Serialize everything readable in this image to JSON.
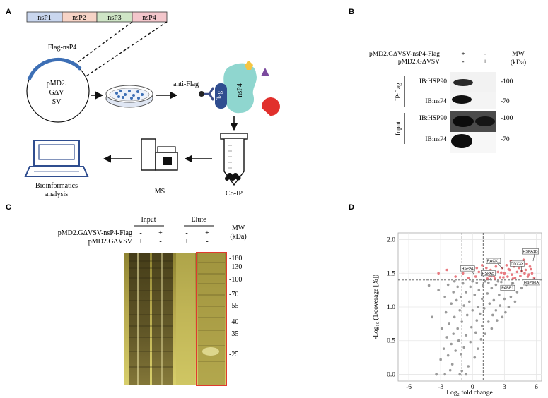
{
  "panels": {
    "a": "A",
    "b": "B",
    "c": "C",
    "d": "D"
  },
  "panel_a": {
    "segments": [
      {
        "label": "nsP1",
        "color": "#c9d6ee"
      },
      {
        "label": "nsP2",
        "color": "#f6d3c6"
      },
      {
        "label": "nsP3",
        "color": "#cfe5c6"
      },
      {
        "label": "nsP4",
        "color": "#f3c6cb"
      }
    ],
    "insert_label": "Flag-nsP4",
    "plasmid_lines": [
      "pMD2.",
      "GΔV",
      "SV"
    ],
    "antibody_label": "anti-Flag",
    "flag_label": "flag",
    "nsp4_label": "nsP4",
    "coip_label": "Co-IP",
    "ms_label": "MS",
    "bioinfo_lines": [
      "Bioinformatics",
      "analysis"
    ]
  },
  "panel_b": {
    "cond1": "pMD2.GΔVSV-nsP4-Flag",
    "cond2": "pMD2.GΔVSV",
    "cond1_signs": [
      "+",
      "-"
    ],
    "cond2_signs": [
      "-",
      "+"
    ],
    "mw_lines": [
      "MW",
      "(kDa)"
    ],
    "group_ip": "IP:flag",
    "group_input": "Input",
    "rows": [
      {
        "label": "IB:HSP90",
        "mw": "-100"
      },
      {
        "label": "IB:nsP4",
        "mw": "-70"
      },
      {
        "label": "IB:HSP90",
        "mw": "-100"
      },
      {
        "label": "IB:nsP4",
        "mw": "-70"
      }
    ]
  },
  "panel_c": {
    "group_input": "Input",
    "group_elute": "Elute",
    "cond1": "pMD2.GΔVSV-nsP4-Flag",
    "cond2": "pMD2.GΔVSV",
    "cond1_signs": [
      "-",
      "+",
      "-",
      "+"
    ],
    "cond2_signs": [
      "+",
      "-",
      "+",
      "-"
    ],
    "mw_lines": [
      "MW",
      "(kDa)"
    ],
    "markers": [
      "-180",
      "-130",
      "-100",
      "-70",
      "-55",
      "-40",
      "-35",
      "-25"
    ],
    "highlight_color": "#e03a2e"
  },
  "chart_data": {
    "type": "scatter",
    "xlabel": "Log₂ fold change",
    "ylabel": "-Log₁₀ (1/coverage [%])",
    "xlim": [
      -7,
      6.5
    ],
    "ylim": [
      -0.1,
      2.1
    ],
    "xticks": [
      "-6",
      "-3",
      "0",
      "3",
      "6"
    ],
    "xtick_values": [
      -6,
      -3,
      0,
      3,
      6
    ],
    "yticks": [
      "0.0",
      "0.5",
      "1.0",
      "1.5",
      "2.0"
    ],
    "ytick_values": [
      0,
      0.5,
      1,
      1.5,
      2
    ],
    "threshold_x": [
      -1,
      1
    ],
    "threshold_y": 1.4,
    "grid": true,
    "colors": {
      "significant": "#e87a80",
      "nonsignificant": "#9a9a9a"
    },
    "labels": [
      {
        "text": "HSPA1B",
        "x": 5.7,
        "y": 1.68
      },
      {
        "text": "RACK1",
        "x": 2.9,
        "y": 1.56
      },
      {
        "text": "DDX3X",
        "x": 4.6,
        "y": 1.52
      },
      {
        "text": "HSPA1",
        "x": 0.2,
        "y": 1.47
      },
      {
        "text": "HSP90A",
        "x": 5.8,
        "y": 1.43
      },
      {
        "text": "PABP1",
        "x": 3.7,
        "y": 1.37
      },
      {
        "text": "HSPA5",
        "x": 1.6,
        "y": 1.4
      }
    ],
    "points": [
      [
        -3.4,
        0.0
      ],
      [
        -2.6,
        0.0
      ],
      [
        -1.2,
        0.0
      ],
      [
        -0.6,
        0.0
      ],
      [
        -2.1,
        0.06
      ],
      [
        -1.0,
        0.05
      ],
      [
        -3.0,
        0.22
      ],
      [
        -1.9,
        0.15
      ],
      [
        -0.4,
        0.12
      ],
      [
        -2.3,
        0.28
      ],
      [
        -1.1,
        0.3
      ],
      [
        0.2,
        0.25
      ],
      [
        -2.7,
        0.38
      ],
      [
        -1.6,
        0.35
      ],
      [
        -0.8,
        0.4
      ],
      [
        0.5,
        0.38
      ],
      [
        -2.0,
        0.45
      ],
      [
        -1.3,
        0.5
      ],
      [
        -0.2,
        0.48
      ],
      [
        0.8,
        0.52
      ],
      [
        -2.4,
        0.55
      ],
      [
        -1.8,
        0.6
      ],
      [
        -0.6,
        0.58
      ],
      [
        0.3,
        0.62
      ],
      [
        1.2,
        0.6
      ],
      [
        -2.9,
        0.68
      ],
      [
        -1.4,
        0.68
      ],
      [
        -0.1,
        0.7
      ],
      [
        0.9,
        0.72
      ],
      [
        1.8,
        0.68
      ],
      [
        -2.2,
        0.75
      ],
      [
        -1.0,
        0.78
      ],
      [
        0.4,
        0.8
      ],
      [
        1.5,
        0.78
      ],
      [
        2.3,
        0.8
      ],
      [
        -3.8,
        0.85
      ],
      [
        -1.7,
        0.85
      ],
      [
        -0.5,
        0.88
      ],
      [
        0.7,
        0.9
      ],
      [
        1.9,
        0.88
      ],
      [
        2.8,
        0.85
      ],
      [
        -2.5,
        0.92
      ],
      [
        -1.2,
        0.95
      ],
      [
        0.0,
        0.95
      ],
      [
        1.1,
        0.98
      ],
      [
        2.2,
        0.95
      ],
      [
        3.1,
        0.92
      ],
      [
        -0.8,
        1.02
      ],
      [
        0.5,
        1.0
      ],
      [
        1.6,
        1.05
      ],
      [
        2.6,
        1.02
      ],
      [
        3.4,
        1.0
      ],
      [
        -2.0,
        1.05
      ],
      [
        -1.5,
        1.1
      ],
      [
        -0.3,
        1.08
      ],
      [
        0.9,
        1.12
      ],
      [
        2.0,
        1.1
      ],
      [
        3.0,
        1.12
      ],
      [
        4.0,
        1.08
      ],
      [
        -2.6,
        1.15
      ],
      [
        -1.1,
        1.15
      ],
      [
        0.2,
        1.18
      ],
      [
        1.4,
        1.2
      ],
      [
        2.5,
        1.18
      ],
      [
        3.6,
        1.15
      ],
      [
        -1.8,
        1.22
      ],
      [
        -0.6,
        1.22
      ],
      [
        0.6,
        1.25
      ],
      [
        1.8,
        1.28
      ],
      [
        2.9,
        1.25
      ],
      [
        4.2,
        1.22
      ],
      [
        -3.2,
        1.25
      ],
      [
        -1.4,
        1.3
      ],
      [
        -0.2,
        1.3
      ],
      [
        1.0,
        1.32
      ],
      [
        2.2,
        1.33
      ],
      [
        3.3,
        1.3
      ],
      [
        4.6,
        1.28
      ],
      [
        -2.3,
        1.33
      ],
      [
        -0.9,
        1.35
      ],
      [
        0.4,
        1.36
      ],
      [
        1.5,
        1.36
      ],
      [
        2.7,
        1.37
      ],
      [
        3.8,
        1.35
      ],
      [
        -4.1,
        1.32
      ],
      [
        -1.7,
        1.38
      ],
      [
        0.0,
        1.38
      ],
      [
        1.2,
        1.38
      ],
      [
        2.4,
        1.38
      ],
      [
        5.1,
        1.33
      ]
    ],
    "sig_points": [
      [
        -3.2,
        1.5
      ],
      [
        -2.4,
        1.55
      ],
      [
        -1.6,
        1.45
      ],
      [
        -0.4,
        1.43
      ],
      [
        -0.9,
        1.5
      ],
      [
        0.3,
        1.45
      ],
      [
        0.6,
        1.52
      ],
      [
        1.1,
        1.48
      ],
      [
        1.4,
        1.42
      ],
      [
        1.7,
        1.55
      ],
      [
        2.0,
        1.46
      ],
      [
        2.2,
        1.6
      ],
      [
        2.4,
        1.52
      ],
      [
        2.6,
        1.44
      ],
      [
        2.8,
        1.58
      ],
      [
        3.0,
        1.5
      ],
      [
        3.2,
        1.62
      ],
      [
        3.3,
        1.45
      ],
      [
        3.5,
        1.55
      ],
      [
        3.7,
        1.48
      ],
      [
        3.9,
        1.6
      ],
      [
        4.0,
        1.43
      ],
      [
        4.2,
        1.52
      ],
      [
        4.4,
        1.58
      ],
      [
        4.5,
        1.46
      ],
      [
        4.7,
        1.62
      ],
      [
        4.9,
        1.5
      ],
      [
        5.0,
        1.55
      ],
      [
        5.2,
        1.45
      ],
      [
        5.4,
        1.6
      ],
      [
        5.6,
        1.5
      ],
      [
        5.8,
        1.43
      ],
      [
        2.1,
        1.42
      ],
      [
        1.3,
        1.58
      ],
      [
        0.9,
        1.62
      ],
      [
        3.6,
        1.68
      ],
      [
        4.8,
        1.7
      ],
      [
        2.9,
        1.44
      ],
      [
        1.9,
        1.5
      ],
      [
        4.1,
        1.65
      ],
      [
        5.1,
        1.64
      ],
      [
        2.5,
        1.66
      ],
      [
        3.4,
        1.56
      ],
      [
        1.6,
        1.46
      ],
      [
        4.6,
        1.53
      ],
      [
        5.5,
        1.56
      ],
      [
        0.4,
        1.58
      ],
      [
        2.7,
        1.51
      ],
      [
        3.8,
        1.42
      ],
      [
        5.3,
        1.48
      ]
    ]
  }
}
